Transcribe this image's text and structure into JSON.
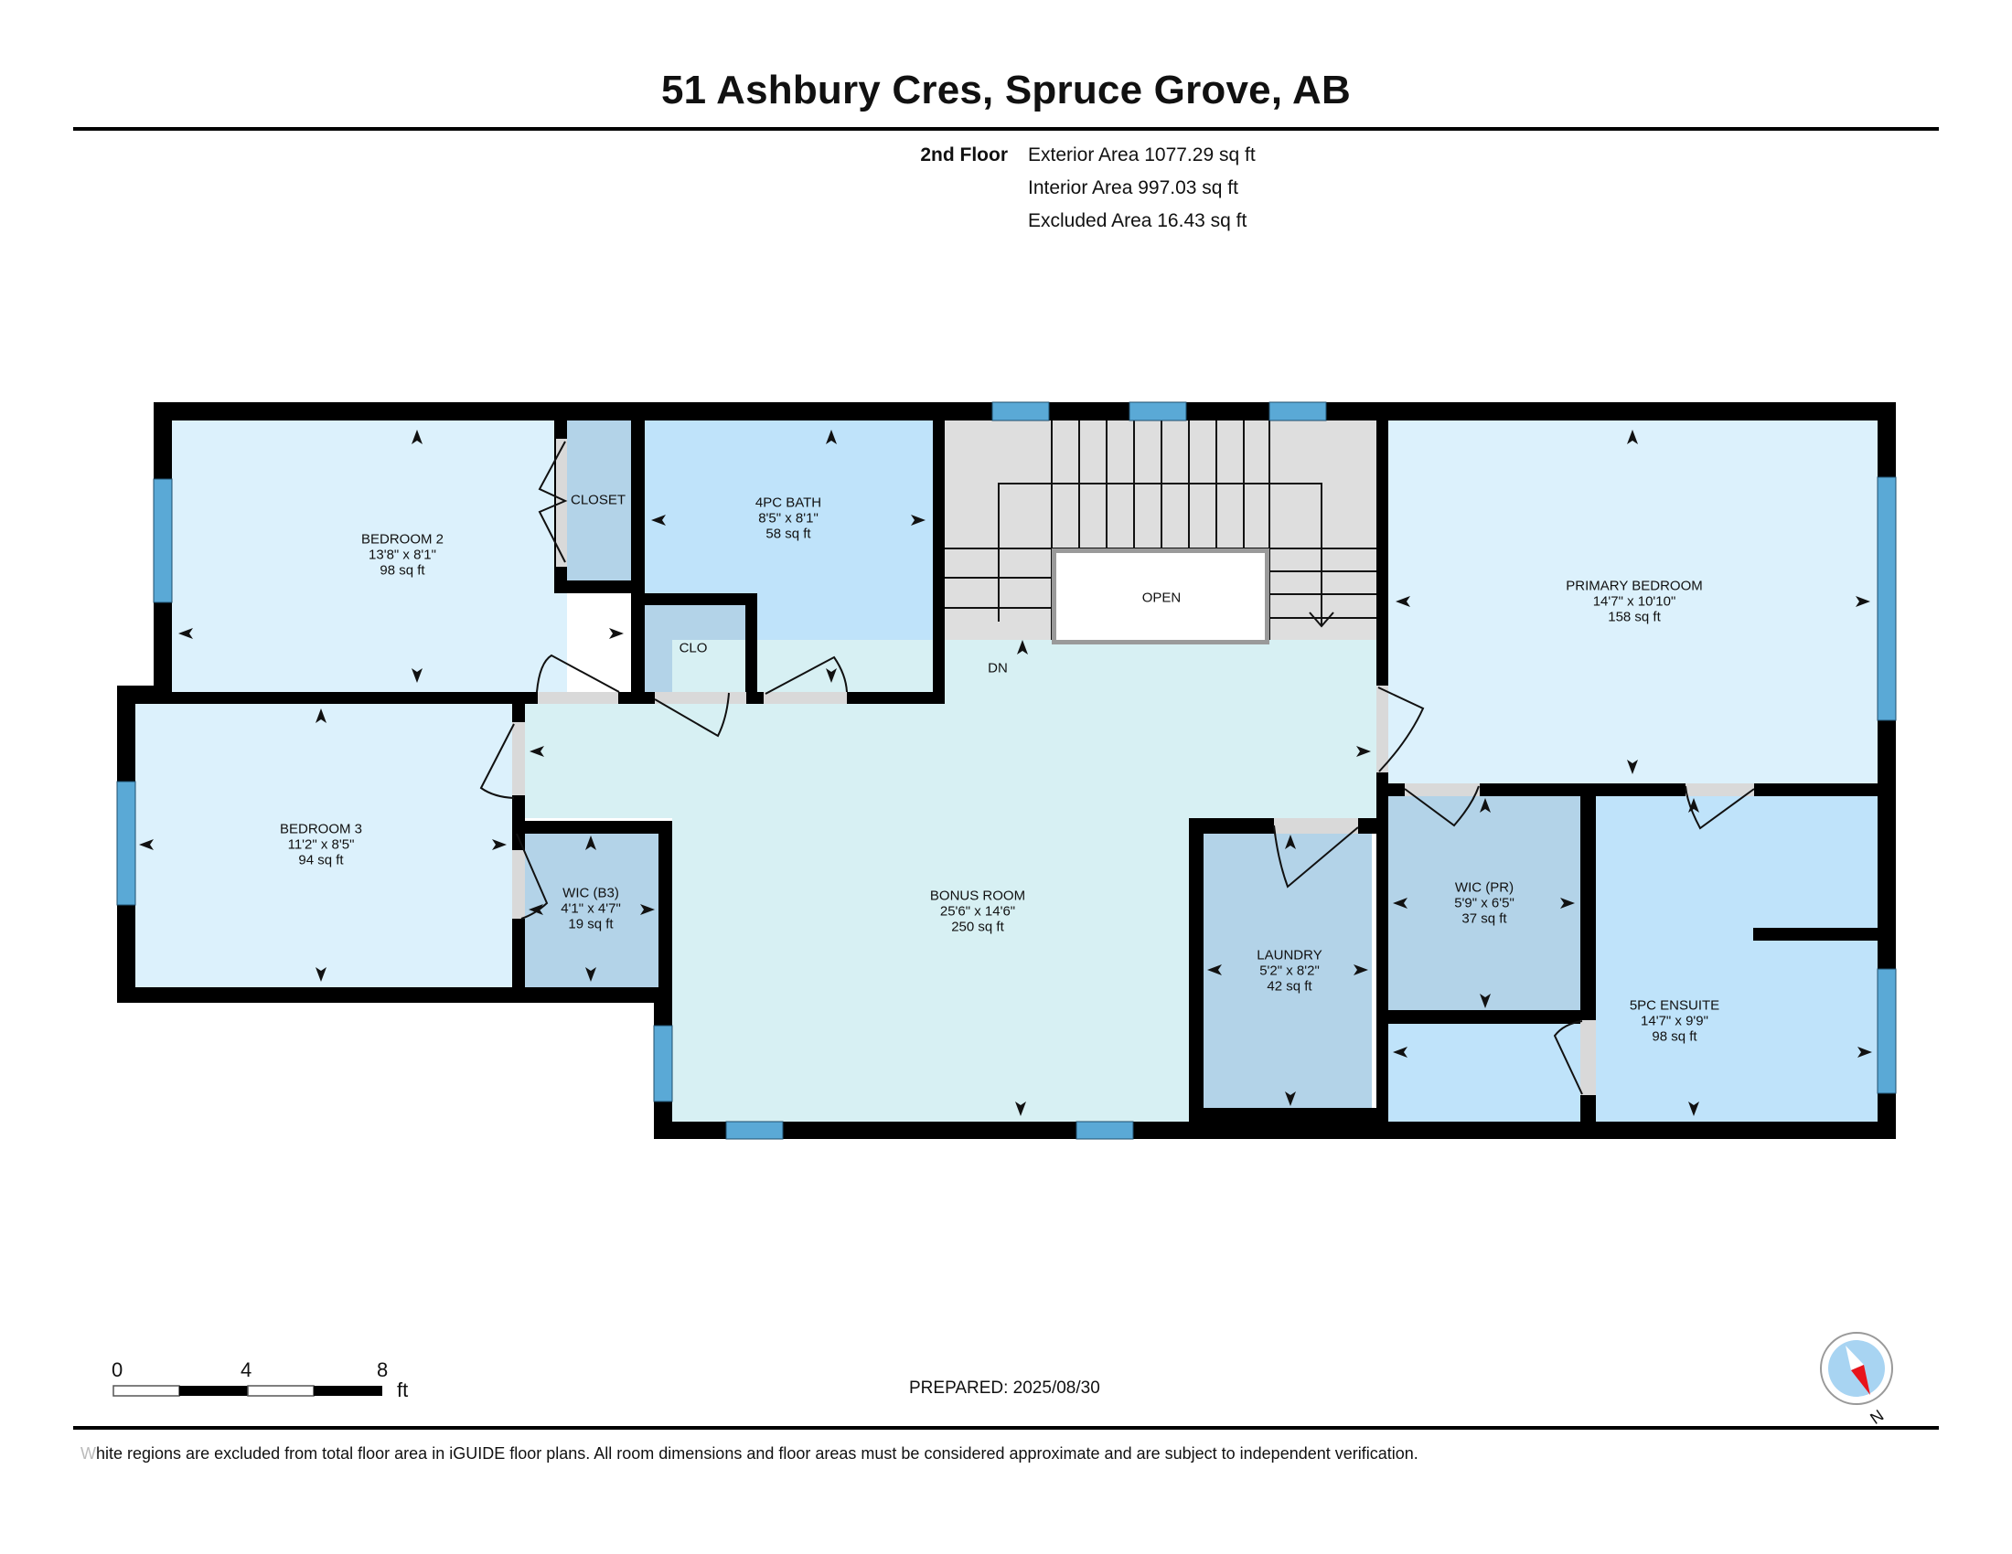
{
  "header": {
    "title": "51 Ashbury Cres, Spruce Grove, AB",
    "floor": "2nd Floor",
    "areas": [
      "Exterior Area 1077.29 sq ft",
      "Interior Area 997.03 sq ft",
      "Excluded Area 16.43 sq ft"
    ]
  },
  "colors": {
    "wall": "#000000",
    "room_light": "#dcf1fc",
    "room_bath": "#bfe3fa",
    "room_closet": "#b3d3e8",
    "bonus": "#d7f0f3",
    "stairs": "#dedede",
    "window": "#5aa9d6",
    "door_opening": "#d9d9d9",
    "compass_fill": "#a8d4f2",
    "compass_needle": "#e8141b"
  },
  "rooms": [
    {
      "id": "bedroom-2",
      "name": "BEDROOM 2",
      "dims": "13'8\" x 8'1\"",
      "area": "98 sq ft"
    },
    {
      "id": "closet",
      "name": "CLOSET"
    },
    {
      "id": "4pc-bath",
      "name": "4PC BATH",
      "dims": "8'5\" x 8'1\"",
      "area": "58 sq ft"
    },
    {
      "id": "clo",
      "name": "CLO"
    },
    {
      "id": "open",
      "name": "OPEN"
    },
    {
      "id": "stairs",
      "name": "DN"
    },
    {
      "id": "primary-bedroom",
      "name": "PRIMARY BEDROOM",
      "dims": "14'7\" x 10'10\"",
      "area": "158 sq ft"
    },
    {
      "id": "bedroom-3",
      "name": "BEDROOM 3",
      "dims": "11'2\" x 8'5\"",
      "area": "94 sq ft"
    },
    {
      "id": "wic-b3",
      "name": "WIC (B3)",
      "dims": "4'1\" x 4'7\"",
      "area": "19 sq ft"
    },
    {
      "id": "bonus-room",
      "name": "BONUS ROOM",
      "dims": "25'6\" x 14'6\"",
      "area": "250 sq ft"
    },
    {
      "id": "laundry",
      "name": "LAUNDRY",
      "dims": "5'2\" x 8'2\"",
      "area": "42 sq ft"
    },
    {
      "id": "wic-pr",
      "name": "WIC (PR)",
      "dims": "5'9\" x 6'5\"",
      "area": "37 sq ft"
    },
    {
      "id": "5pc-ensuite",
      "name": "5PC ENSUITE",
      "dims": "14'7\" x 9'9\"",
      "area": "98 sq ft"
    }
  ],
  "scale": {
    "ticks": [
      "0",
      "4",
      "8"
    ],
    "unit": "ft"
  },
  "prepared": "PREPARED: 2025/08/30",
  "compass": {
    "label": "N"
  },
  "footer": {
    "first_char": "W",
    "rest": "hite regions are excluded from total floor area in iGUIDE floor plans. All room dimensions and floor areas must be considered approximate and are subject to independent verification."
  }
}
